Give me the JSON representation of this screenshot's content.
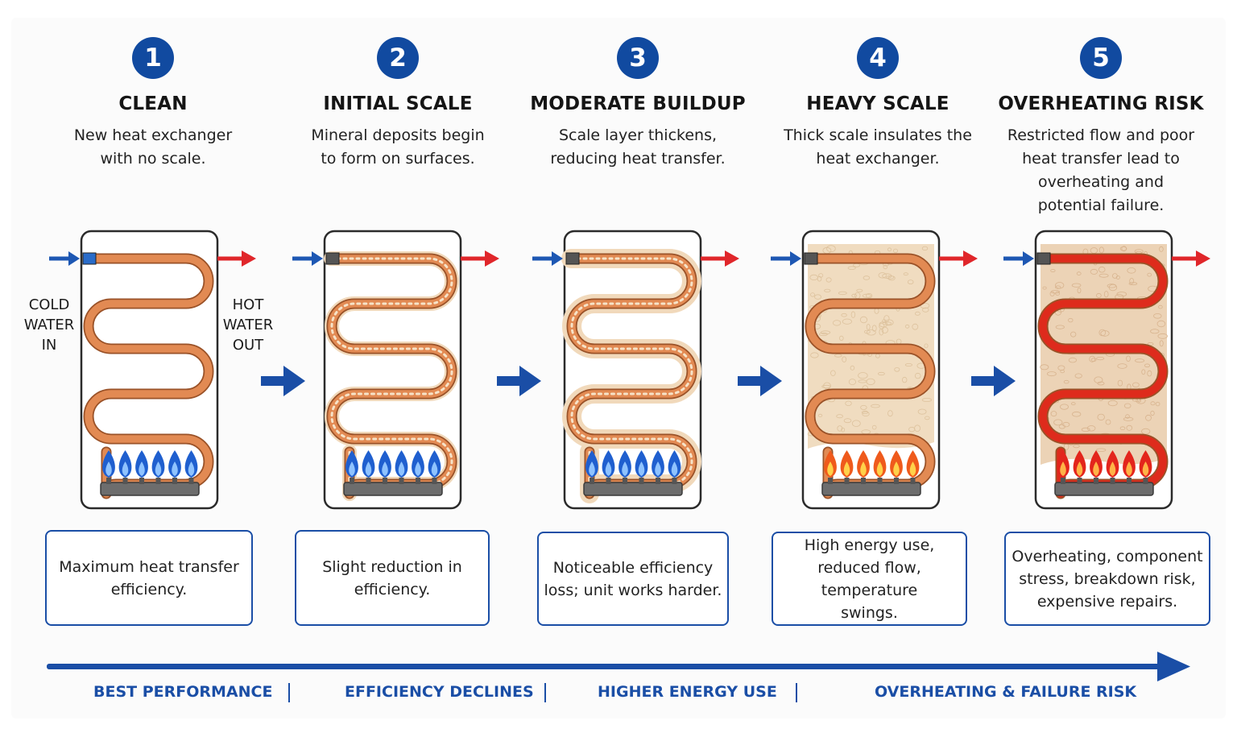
{
  "stages": [
    {
      "number": "1",
      "title": "CLEAN",
      "description": "New heat exchanger\nwith no scale.",
      "effect": "Maximum heat transfer\nefficiency.",
      "scale_level": 0,
      "flame_color": "blue",
      "pipe_color": "#e28a53"
    },
    {
      "number": "2",
      "title": "INITIAL SCALE",
      "description": "Mineral deposits begin\nto form on surfaces.",
      "effect": "Slight reduction in\nefficiency.",
      "scale_level": 1,
      "flame_color": "blue",
      "pipe_color": "#e28a53"
    },
    {
      "number": "3",
      "title": "MODERATE BUILDUP",
      "description": "Scale layer thickens,\nreducing heat transfer.",
      "effect": "Noticeable efficiency\nloss; unit works harder.",
      "scale_level": 2,
      "flame_color": "blue",
      "pipe_color": "#e28a53"
    },
    {
      "number": "4",
      "title": "HEAVY SCALE",
      "description": "Thick scale insulates the\nheat exchanger.",
      "effect": "High energy use,\nreduced flow, temperature\nswings.",
      "scale_level": 3,
      "flame_color": "orange",
      "pipe_color": "#e28a53"
    },
    {
      "number": "5",
      "title": "OVERHEATING RISK",
      "description": "Restricted flow and poor\nheat transfer lead to\noverheating and\npotential failure.",
      "effect": "Overheating, component\nstress, breakdown risk,\nexpensive repairs.",
      "scale_level": 4,
      "flame_color": "red",
      "pipe_color": "#de2b1c"
    }
  ],
  "labels": {
    "cold_water_in": "COLD\nWATER\nIN",
    "hot_water_out": "HOT\nWATER\nOUT"
  },
  "timeline": [
    "BEST PERFORMANCE",
    "EFFICIENCY DECLINES",
    "HIGHER ENERGY USE",
    "OVERHEATING & FAILURE RISK"
  ],
  "colors": {
    "accent_blue": "#1a4ea6",
    "badge_blue": "#114aa0",
    "cold_arrow": "#1d57b3",
    "hot_arrow": "#e0262a",
    "scale_fill": "#f0dcc0"
  }
}
